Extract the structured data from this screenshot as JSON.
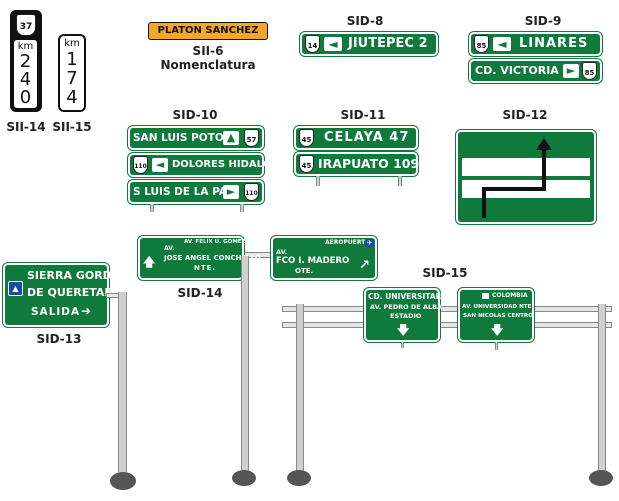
{
  "sii14": {
    "shield": "37",
    "km": "km",
    "digits": [
      "2",
      "4",
      "0"
    ],
    "caption": "SII-14"
  },
  "sii15": {
    "km": "km",
    "digits": [
      "1",
      "7",
      "4"
    ],
    "caption": "SII-15"
  },
  "sii6": {
    "text": "PLATON SANCHEZ",
    "caption_line1": "SII-6",
    "caption_line2": "Nomenclatura"
  },
  "sid8": {
    "caption": "SID-8",
    "shield": "14",
    "text": "JIUTEPEC 2"
  },
  "sid9": {
    "caption": "SID-9",
    "row1_shield": "85",
    "row1_text": "LINARES",
    "row2_text": "CD. VICTORIA",
    "row2_shield": "85"
  },
  "sid10": {
    "caption": "SID-10",
    "row1_text": "SAN LUIS POTOSI",
    "row1_shield": "57",
    "row2_shield": "110",
    "row2_text": "DOLORES HIDALGO",
    "row3_text": "S LUIS DE LA PAZ",
    "row3_shield": "110"
  },
  "sid11": {
    "caption": "SID-11",
    "row1_shield": "45",
    "row1_text": "CELAYA  47",
    "row2_shield": "45",
    "row2_text": "IRAPUATO 109"
  },
  "sid12": {
    "caption": "SID-12"
  },
  "sid13": {
    "caption": "SID-13",
    "line1": "SIERRA GORDA",
    "line2": "DE QUERETARO",
    "line3": "SALIDA"
  },
  "sid14": {
    "caption": "SID-14",
    "left_small": "AV. FELIX U. GOMEZ",
    "left_av": "AV.",
    "left_line1": "JOSE ANGEL CONCHELLO",
    "left_line2": "NTE.",
    "right_top": "AEROPUERTO",
    "right_av": "AV.",
    "right_line1": "FCO I. MADERO",
    "right_line2": "OTE."
  },
  "sid15": {
    "caption": "SID-15",
    "left_line1": "CD. UNIVERSITARIA",
    "left_line2": "AV. PEDRO DE ALBA",
    "left_line3": "ESTADIO",
    "right_top": "COLOMBIA",
    "right_line1": "AV. UNIVERSIDAD NTE.",
    "right_line2": "SAN NICOLAS CENTRO"
  },
  "colors": {
    "sign_green": "#0f7a3c",
    "name_plate": "#f5a623",
    "white": "#ffffff",
    "black": "#111111"
  }
}
